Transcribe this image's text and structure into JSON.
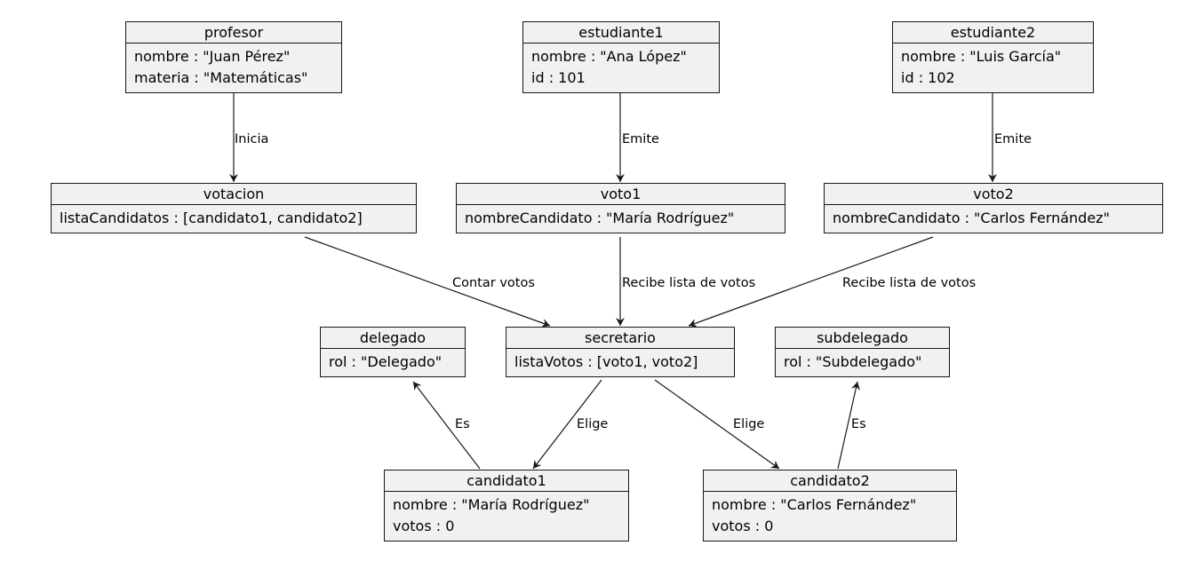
{
  "objects": {
    "profesor": {
      "name": "profesor",
      "attrs": [
        "nombre : \"Juan Pérez\"",
        "materia : \"Matemáticas\""
      ]
    },
    "estudiante1": {
      "name": "estudiante1",
      "attrs": [
        "nombre : \"Ana López\"",
        "id : 101"
      ]
    },
    "estudiante2": {
      "name": "estudiante2",
      "attrs": [
        "nombre : \"Luis García\"",
        "id : 102"
      ]
    },
    "votacion": {
      "name": "votacion",
      "attrs": [
        "listaCandidatos : [candidato1, candidato2]"
      ]
    },
    "voto1": {
      "name": "voto1",
      "attrs": [
        "nombreCandidato : \"María Rodríguez\""
      ]
    },
    "voto2": {
      "name": "voto2",
      "attrs": [
        "nombreCandidato : \"Carlos Fernández\""
      ]
    },
    "delegado": {
      "name": "delegado",
      "attrs": [
        "rol : \"Delegado\""
      ]
    },
    "secretario": {
      "name": "secretario",
      "attrs": [
        "listaVotos : [voto1, voto2]"
      ]
    },
    "subdelegado": {
      "name": "subdelegado",
      "attrs": [
        "rol : \"Subdelegado\""
      ]
    },
    "candidato1": {
      "name": "candidato1",
      "attrs": [
        "nombre : \"María Rodríguez\"",
        "votos : 0"
      ]
    },
    "candidato2": {
      "name": "candidato2",
      "attrs": [
        "nombre : \"Carlos Fernández\"",
        "votos : 0"
      ]
    }
  },
  "edges": [
    {
      "from": "profesor",
      "to": "votacion",
      "label": "Inicia"
    },
    {
      "from": "estudiante1",
      "to": "voto1",
      "label": "Emite"
    },
    {
      "from": "estudiante2",
      "to": "voto2",
      "label": "Emite"
    },
    {
      "from": "votacion",
      "to": "secretario",
      "label": "Contar votos"
    },
    {
      "from": "voto1",
      "to": "secretario",
      "label": "Recibe lista de votos"
    },
    {
      "from": "voto2",
      "to": "secretario",
      "label": "Recibe lista de votos"
    },
    {
      "from": "secretario",
      "to": "candidato1",
      "label": "Elige"
    },
    {
      "from": "secretario",
      "to": "candidato2",
      "label": "Elige"
    },
    {
      "from": "candidato1",
      "to": "delegado",
      "label": "Es"
    },
    {
      "from": "candidato2",
      "to": "subdelegado",
      "label": "Es"
    }
  ],
  "colors": {
    "box_fill": "#f1f1f1",
    "border": "#181818",
    "edge": "#181818",
    "background": "#ffffff"
  }
}
